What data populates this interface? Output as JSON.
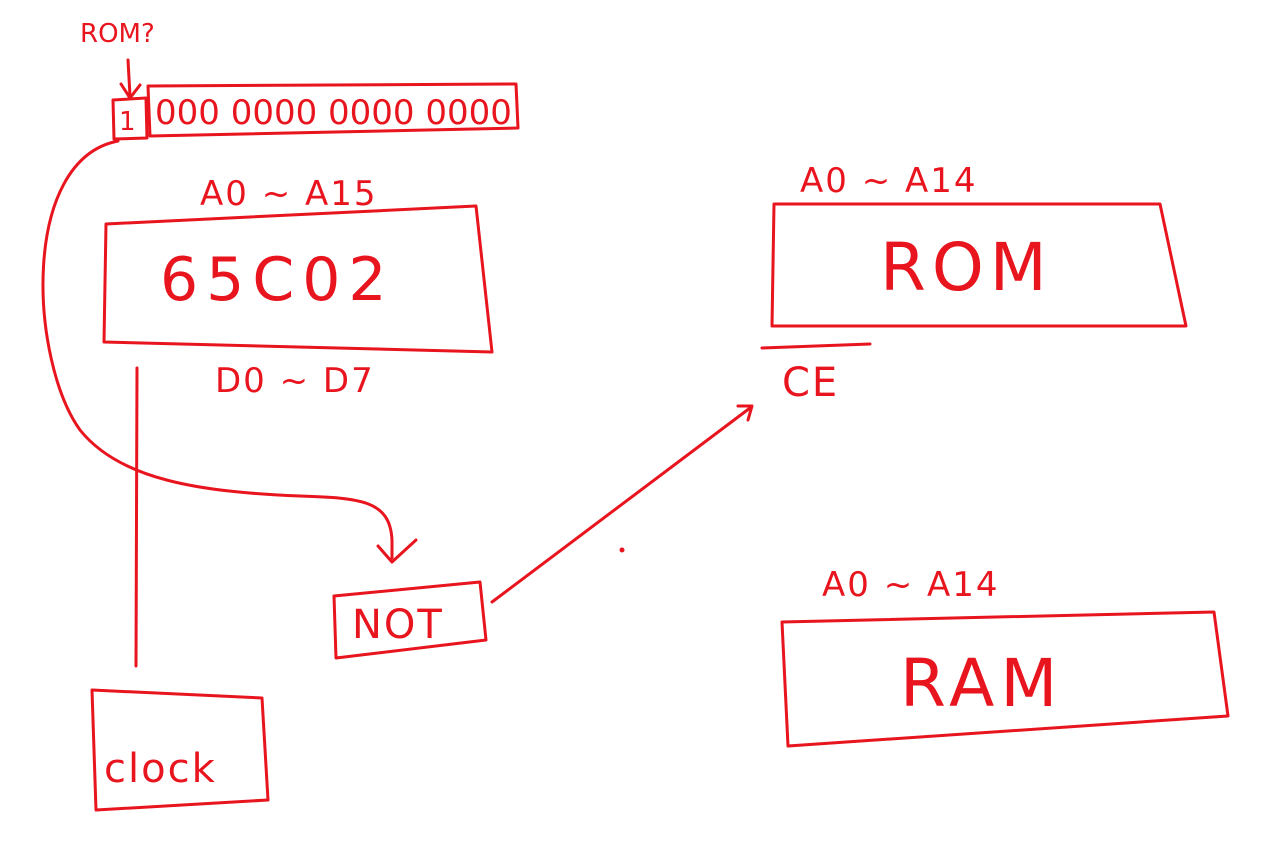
{
  "annotation": {
    "rom_question": "ROM?"
  },
  "address_bits": {
    "msb": "1",
    "rest": "000 0000 0000 0000"
  },
  "cpu": {
    "label": "65C02",
    "address_pins": "A0 ~ A15",
    "data_pins": "D0 ~ D7"
  },
  "rom": {
    "label": "ROM",
    "address_pins": "A0 ~ A14",
    "chip_enable": "CE"
  },
  "ram": {
    "label": "RAM",
    "address_pins": "A0 ~ A14"
  },
  "not_gate": {
    "label": "NOT"
  },
  "clock": {
    "label": "clock"
  },
  "colors": {
    "ink": "#e8141e",
    "background": "#ffffff"
  }
}
